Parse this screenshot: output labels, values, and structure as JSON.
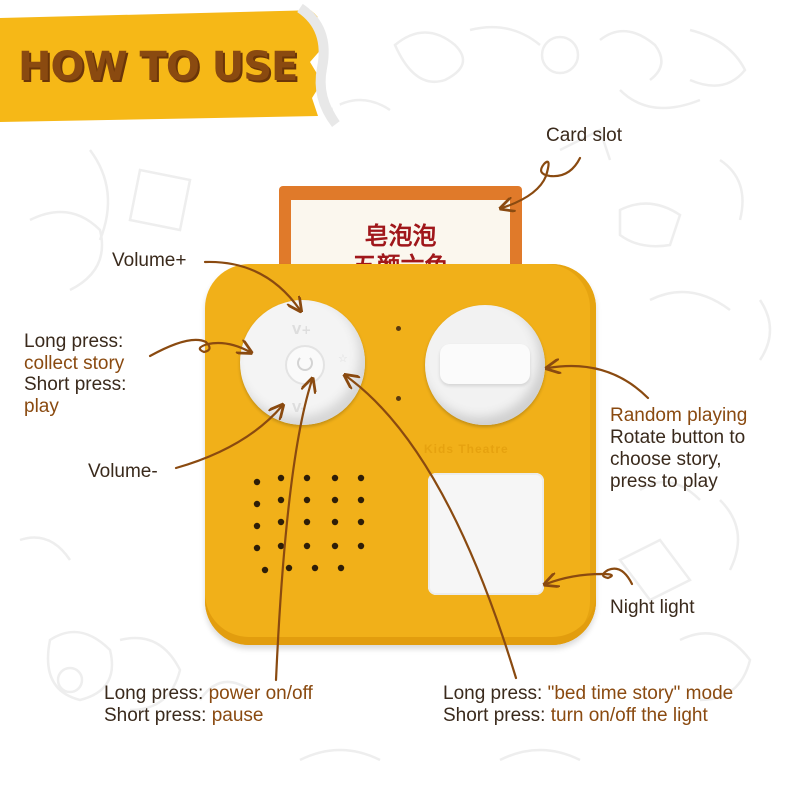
{
  "banner": {
    "title": "HOW TO USE"
  },
  "card": {
    "line1": "皂泡泡",
    "line2": "五颜六色"
  },
  "device": {
    "engraving": "Kids Theatre"
  },
  "labels": {
    "card_slot": "Card slot",
    "volume_plus": "Volume+",
    "volume_minus": "Volume-",
    "left_btn": {
      "long_prefix": "Long press:",
      "long_value": "collect story",
      "short_prefix": "Short press:",
      "short_value": "play"
    },
    "center_btn": {
      "long_prefix": "Long press: ",
      "long_value": "power on/off",
      "short_prefix": "Short press: ",
      "short_value": "pause"
    },
    "right_btn": {
      "title": "Random playing",
      "line2": "Rotate button to",
      "line3": "choose story,",
      "line4": "press to play"
    },
    "bottom_right": {
      "long_prefix": "Long press: ",
      "long_value": "\"bed time story\" mode",
      "short_prefix": "Short press: ",
      "short_value": "turn on/off the light"
    },
    "night_light": "Night light"
  },
  "colors": {
    "accent": "#8a4a10",
    "banner_yellow": "#f6b817",
    "device_yellow": "#f1b019",
    "card_orange": "#e07a2a",
    "card_text_red": "#a0171b"
  }
}
